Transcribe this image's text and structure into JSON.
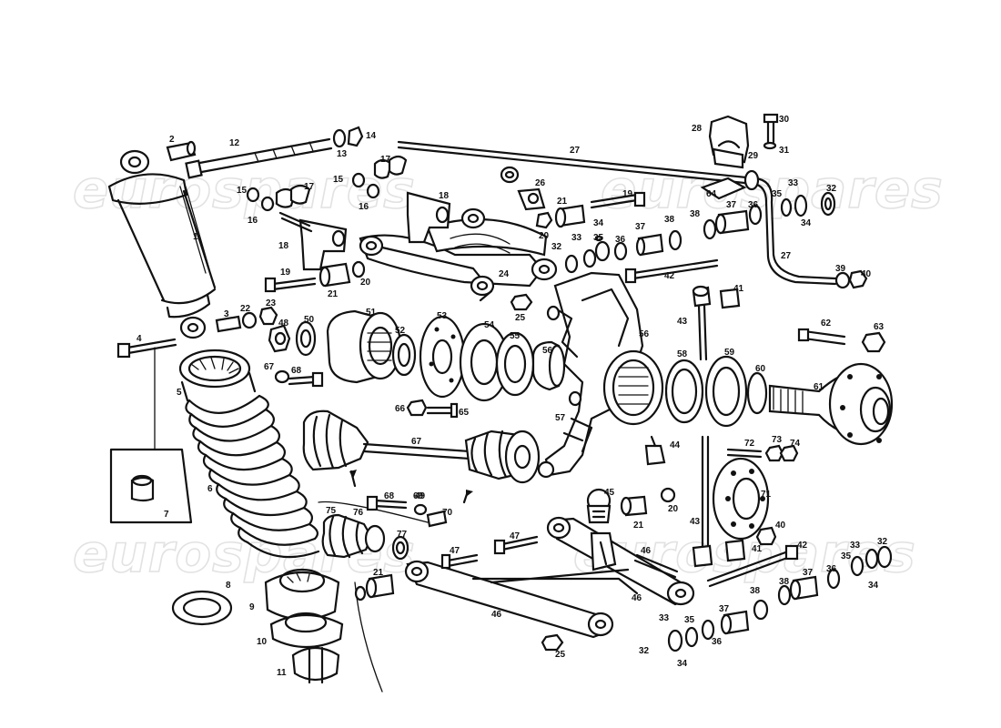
{
  "diagram": {
    "watermark_text": "eurospares",
    "callouts": [
      {
        "id": "c1",
        "label": "1"
      },
      {
        "id": "c2",
        "label": "2"
      },
      {
        "id": "c3",
        "label": "3"
      },
      {
        "id": "c4",
        "label": "4"
      },
      {
        "id": "c5",
        "label": "5"
      },
      {
        "id": "c6",
        "label": "6"
      },
      {
        "id": "c7",
        "label": "7"
      },
      {
        "id": "c8",
        "label": "8"
      },
      {
        "id": "c9",
        "label": "9"
      },
      {
        "id": "c10",
        "label": "10"
      },
      {
        "id": "c11",
        "label": "11"
      },
      {
        "id": "c12",
        "label": "12"
      },
      {
        "id": "c13",
        "label": "13"
      },
      {
        "id": "c14",
        "label": "14"
      },
      {
        "id": "c15a",
        "label": "15"
      },
      {
        "id": "c15b",
        "label": "15"
      },
      {
        "id": "c16a",
        "label": "16"
      },
      {
        "id": "c16b",
        "label": "16"
      },
      {
        "id": "c17a",
        "label": "17"
      },
      {
        "id": "c17b",
        "label": "17"
      },
      {
        "id": "c18a",
        "label": "18"
      },
      {
        "id": "c18b",
        "label": "18"
      },
      {
        "id": "c19a",
        "label": "19"
      },
      {
        "id": "c19b",
        "label": "19"
      },
      {
        "id": "c20a",
        "label": "20"
      },
      {
        "id": "c20b",
        "label": "20"
      },
      {
        "id": "c20c",
        "label": "20"
      },
      {
        "id": "c21a",
        "label": "21"
      },
      {
        "id": "c21b",
        "label": "21"
      },
      {
        "id": "c21c",
        "label": "21"
      },
      {
        "id": "c21d",
        "label": "21"
      },
      {
        "id": "c22",
        "label": "22"
      },
      {
        "id": "c23",
        "label": "23"
      },
      {
        "id": "c24",
        "label": "24"
      },
      {
        "id": "c25a",
        "label": "25"
      },
      {
        "id": "c25b",
        "label": "25"
      },
      {
        "id": "c26",
        "label": "26"
      },
      {
        "id": "c27a",
        "label": "27"
      },
      {
        "id": "c27b",
        "label": "27"
      },
      {
        "id": "c28",
        "label": "28"
      },
      {
        "id": "c29",
        "label": "29"
      },
      {
        "id": "c30",
        "label": "30"
      },
      {
        "id": "c31",
        "label": "31"
      },
      {
        "id": "c32a",
        "label": "32"
      },
      {
        "id": "c32b",
        "label": "32"
      },
      {
        "id": "c32c",
        "label": "32"
      },
      {
        "id": "c32d",
        "label": "32"
      },
      {
        "id": "c33a",
        "label": "33"
      },
      {
        "id": "c33b",
        "label": "33"
      },
      {
        "id": "c33c",
        "label": "33"
      },
      {
        "id": "c33d",
        "label": "33"
      },
      {
        "id": "c34a",
        "label": "34"
      },
      {
        "id": "c34b",
        "label": "34"
      },
      {
        "id": "c34c",
        "label": "34"
      },
      {
        "id": "c34d",
        "label": "34"
      },
      {
        "id": "c35a",
        "label": "35"
      },
      {
        "id": "c35b",
        "label": "35"
      },
      {
        "id": "c35c",
        "label": "35"
      },
      {
        "id": "c35d",
        "label": "35"
      },
      {
        "id": "c36a",
        "label": "36"
      },
      {
        "id": "c36b",
        "label": "36"
      },
      {
        "id": "c36c",
        "label": "36"
      },
      {
        "id": "c36d",
        "label": "36"
      },
      {
        "id": "c37a",
        "label": "37"
      },
      {
        "id": "c37b",
        "label": "37"
      },
      {
        "id": "c37c",
        "label": "37"
      },
      {
        "id": "c37d",
        "label": "37"
      },
      {
        "id": "c38a",
        "label": "38"
      },
      {
        "id": "c38b",
        "label": "38"
      },
      {
        "id": "c38c",
        "label": "38"
      },
      {
        "id": "c38d",
        "label": "38"
      },
      {
        "id": "c39",
        "label": "39"
      },
      {
        "id": "c40a",
        "label": "40"
      },
      {
        "id": "c40b",
        "label": "40"
      },
      {
        "id": "c41a",
        "label": "41"
      },
      {
        "id": "c41b",
        "label": "41"
      },
      {
        "id": "c42a",
        "label": "42"
      },
      {
        "id": "c42b",
        "label": "42"
      },
      {
        "id": "c43a",
        "label": "43"
      },
      {
        "id": "c43b",
        "label": "43"
      },
      {
        "id": "c44",
        "label": "44"
      },
      {
        "id": "c45",
        "label": "45"
      },
      {
        "id": "c46a",
        "label": "46"
      },
      {
        "id": "c46b",
        "label": "46"
      },
      {
        "id": "c46c",
        "label": "46"
      },
      {
        "id": "c47a",
        "label": "47"
      },
      {
        "id": "c47b",
        "label": "47"
      },
      {
        "id": "c48",
        "label": "48"
      },
      {
        "id": "c49",
        "label": "49"
      },
      {
        "id": "c50",
        "label": "50"
      },
      {
        "id": "c51",
        "label": "51"
      },
      {
        "id": "c52",
        "label": "52"
      },
      {
        "id": "c53",
        "label": "53"
      },
      {
        "id": "c54",
        "label": "54"
      },
      {
        "id": "c55",
        "label": "55"
      },
      {
        "id": "c56a",
        "label": "56"
      },
      {
        "id": "c56b",
        "label": "56"
      },
      {
        "id": "c57",
        "label": "57"
      },
      {
        "id": "c58",
        "label": "58"
      },
      {
        "id": "c59",
        "label": "59"
      },
      {
        "id": "c60",
        "label": "60"
      },
      {
        "id": "c61",
        "label": "61"
      },
      {
        "id": "c62",
        "label": "62"
      },
      {
        "id": "c63",
        "label": "63"
      },
      {
        "id": "c64",
        "label": "64"
      },
      {
        "id": "c65",
        "label": "65"
      },
      {
        "id": "c66",
        "label": "66"
      },
      {
        "id": "c67a",
        "label": "67"
      },
      {
        "id": "c67b",
        "label": "67"
      },
      {
        "id": "c68a",
        "label": "68"
      },
      {
        "id": "c68b",
        "label": "68"
      },
      {
        "id": "c69",
        "label": "69"
      },
      {
        "id": "c70",
        "label": "70"
      },
      {
        "id": "c71",
        "label": "71"
      },
      {
        "id": "c72",
        "label": "72"
      },
      {
        "id": "c73",
        "label": "73"
      },
      {
        "id": "c74",
        "label": "74"
      },
      {
        "id": "c75",
        "label": "75"
      },
      {
        "id": "c76",
        "label": "76"
      },
      {
        "id": "c77",
        "label": "77"
      }
    ]
  }
}
